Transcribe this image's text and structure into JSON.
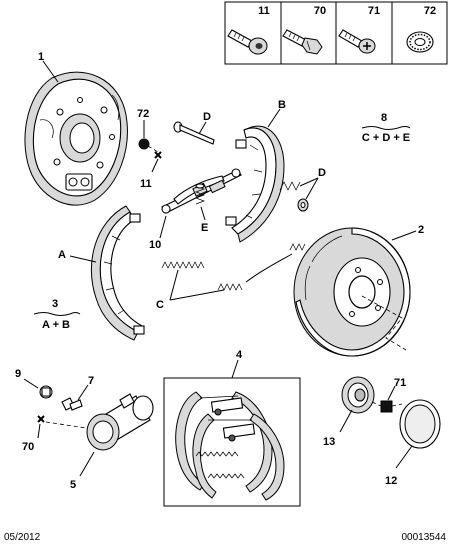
{
  "legend": {
    "items": [
      {
        "code": "11",
        "icon": "hex-socket-bolt-icon"
      },
      {
        "code": "70",
        "icon": "hex-bolt-icon"
      },
      {
        "code": "71",
        "icon": "phillips-screw-icon"
      },
      {
        "code": "72",
        "icon": "serrated-washer-icon"
      }
    ]
  },
  "callouts": {
    "c1": "1",
    "c72": "72",
    "c11": "11",
    "cD_top": "D",
    "cB": "B",
    "c8": "8",
    "f8": "C + D + E",
    "cD_right": "D",
    "cE": "E",
    "c10": "10",
    "cA": "A",
    "c2": "2",
    "c3": "3",
    "f3": "A + B",
    "cC": "C",
    "c4": "4",
    "c9": "9",
    "c7": "7",
    "c70": "70",
    "c5": "5",
    "c71": "71",
    "c13": "13",
    "c12": "12"
  },
  "footer": {
    "date": "05/2012",
    "ref": "00013544"
  }
}
